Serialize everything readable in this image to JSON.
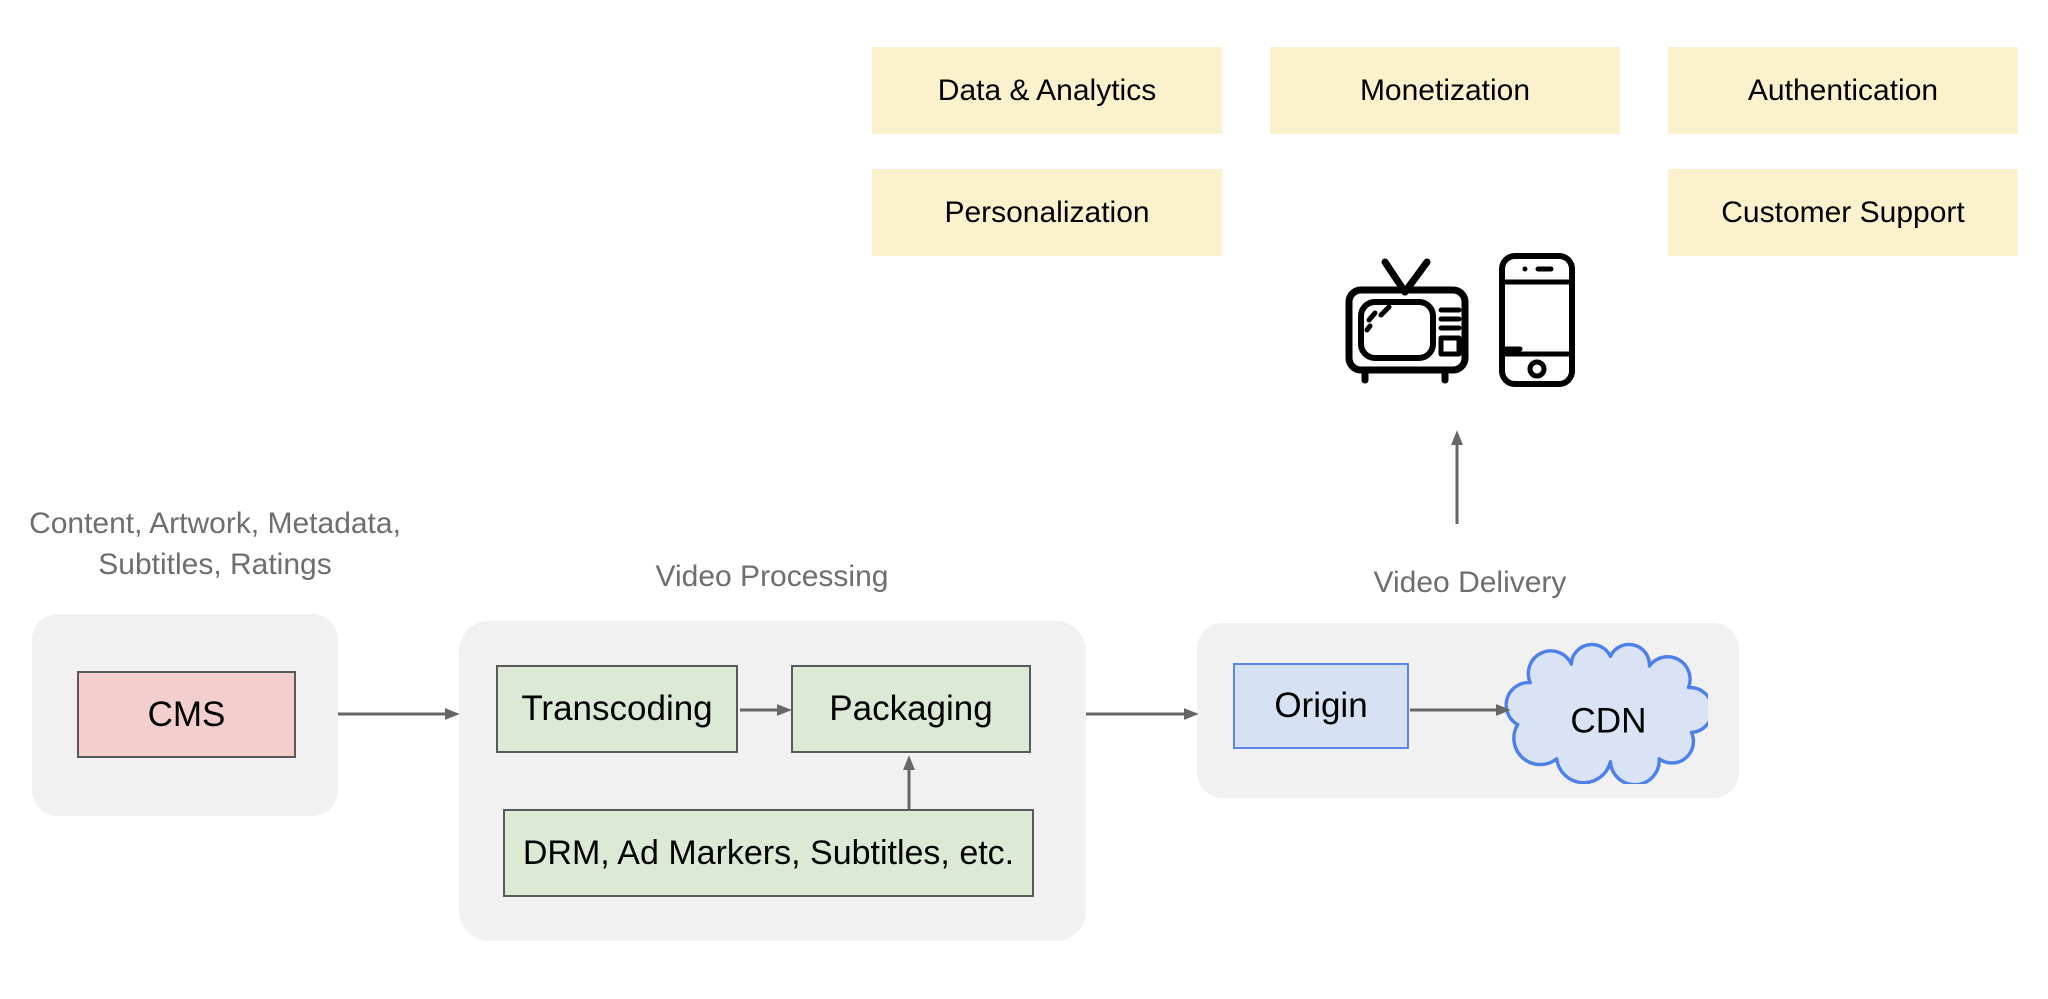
{
  "capabilities": [
    {
      "id": "data-analytics",
      "label": "Data & Analytics"
    },
    {
      "id": "monetization",
      "label": "Monetization"
    },
    {
      "id": "authentication",
      "label": "Authentication"
    },
    {
      "id": "personalization",
      "label": "Personalization"
    },
    {
      "id": "customer-support",
      "label": "Customer Support"
    }
  ],
  "ingest": {
    "caption_line1": "Content, Artwork, Metadata,",
    "caption_line2": "Subtitles, Ratings",
    "cms": "CMS"
  },
  "processing": {
    "caption": "Video Processing",
    "transcoding": "Transcoding",
    "packaging": "Packaging",
    "drm": "DRM, Ad Markers, Subtitles, etc."
  },
  "delivery": {
    "caption": "Video Delivery",
    "origin": "Origin",
    "cdn": "CDN"
  },
  "icons": {
    "tv": "tv-icon",
    "smartphone": "smartphone-icon"
  },
  "colors": {
    "capability_fill": "#FBF1CD",
    "group_fill": "#F1F1F2",
    "cms_fill": "#F2CECC",
    "process_fill": "#DCE9D4",
    "origin_fill": "#D6E1F3",
    "origin_border": "#5C85E6",
    "cloud_fill": "#D9E3F5",
    "cloud_stroke": "#4E80EA",
    "box_border": "#595959",
    "arrow": "#666666",
    "caption_text": "#6E6E6E",
    "text": "#000000"
  }
}
